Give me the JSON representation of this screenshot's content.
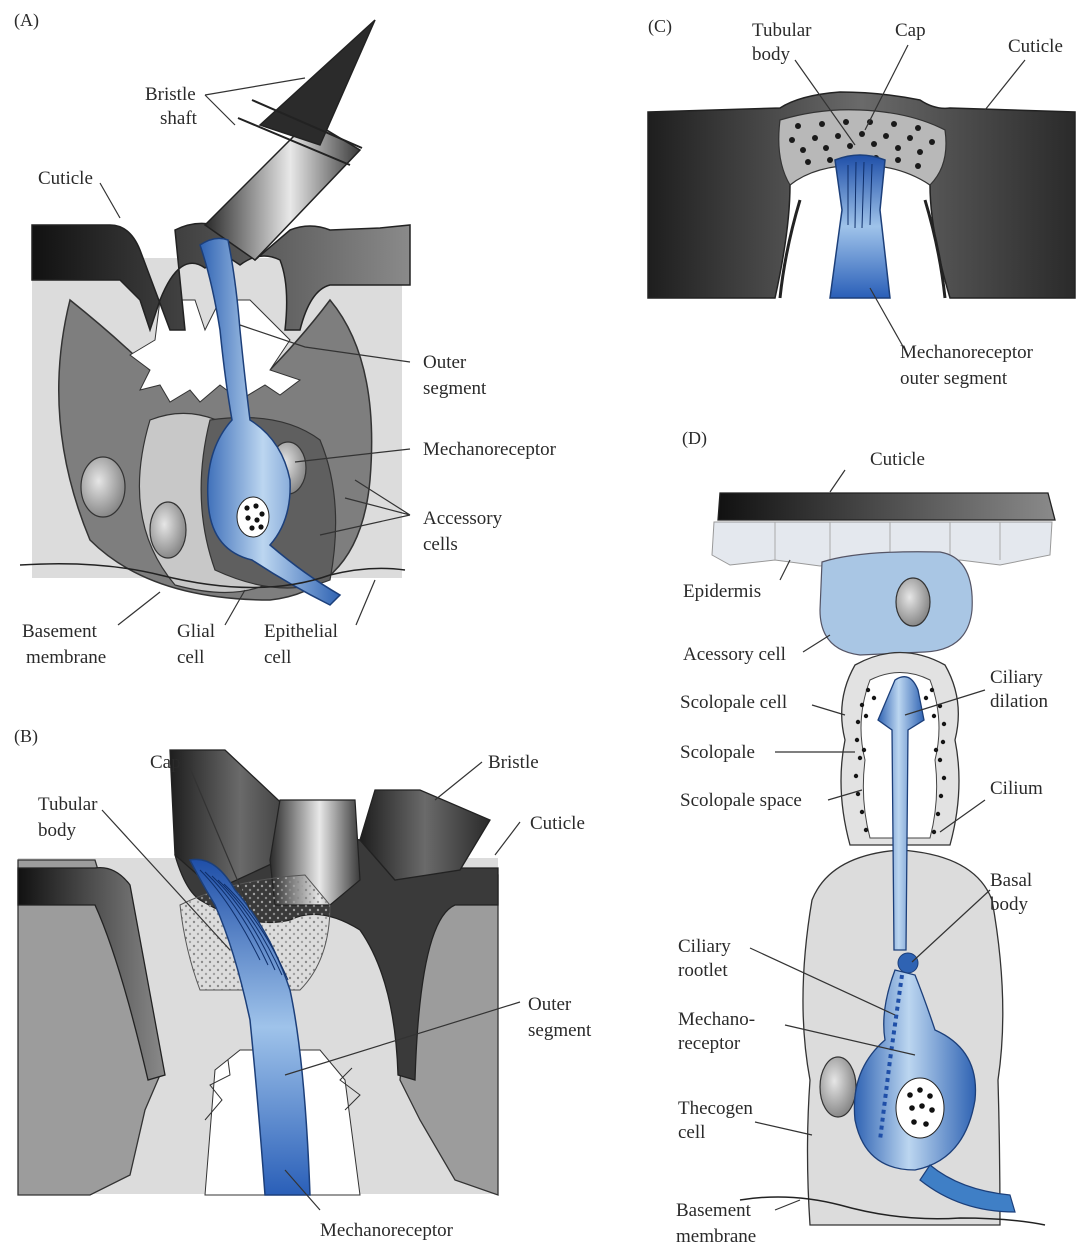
{
  "panels": {
    "a": {
      "tag": "(A)",
      "labels": {
        "bristle_shaft": [
          "Bristle",
          "shaft"
        ],
        "cuticle": "Cuticle",
        "outer_segment": [
          "Outer",
          "segment"
        ],
        "mechanoreceptor": "Mechanoreceptor",
        "accessory_cells": [
          "Accessory",
          "cells"
        ],
        "basement_membrane": [
          "Basement",
          "membrane"
        ],
        "glial_cell": [
          "Glial",
          "cell"
        ],
        "epithelial_cell": [
          "Epithelial",
          "cell"
        ]
      }
    },
    "b": {
      "tag": "(B)",
      "labels": {
        "cap": "Cap",
        "bristle": "Bristle",
        "tubular_body": [
          "Tubular",
          "body"
        ],
        "cuticle": "Cuticle",
        "outer_segment": [
          "Outer",
          "segment"
        ],
        "mechanoreceptor": "Mechanoreceptor"
      }
    },
    "c": {
      "tag": "(C)",
      "labels": {
        "tubular_body": [
          "Tubular",
          "body"
        ],
        "cap": "Cap",
        "cuticle": "Cuticle",
        "mechanoreceptor_outer_segment": [
          "Mechanoreceptor",
          "outer segment"
        ]
      }
    },
    "d": {
      "tag": "(D)",
      "labels": {
        "cuticle": "Cuticle",
        "epidermis": "Epidermis",
        "accessory_cell": "Acessory cell",
        "scolopale_cell": "Scolopale cell",
        "ciliary_dilation": [
          "Ciliary",
          "dilation"
        ],
        "scolopale": "Scolopale",
        "scolopale_space": "Scolopale space",
        "cilium": "Cilium",
        "basal_body": [
          "Basal",
          "body"
        ],
        "ciliary_rootlet": [
          "Ciliary",
          "rootlet"
        ],
        "mechanoreceptor": [
          "Mechano-",
          "receptor"
        ],
        "thecogen_cell": [
          "Thecogen",
          "cell"
        ],
        "basement_membrane": [
          "Basement",
          "membrane"
        ]
      }
    }
  },
  "colors": {
    "receptor_blue": "#3f7fc6",
    "receptor_light": "#c3dcf3",
    "cuticle_dark": "#303030",
    "cell_gray": "#8d8d8d",
    "background_gray": "#dcdcdc",
    "accessory_blue": "#a9c6e4"
  }
}
